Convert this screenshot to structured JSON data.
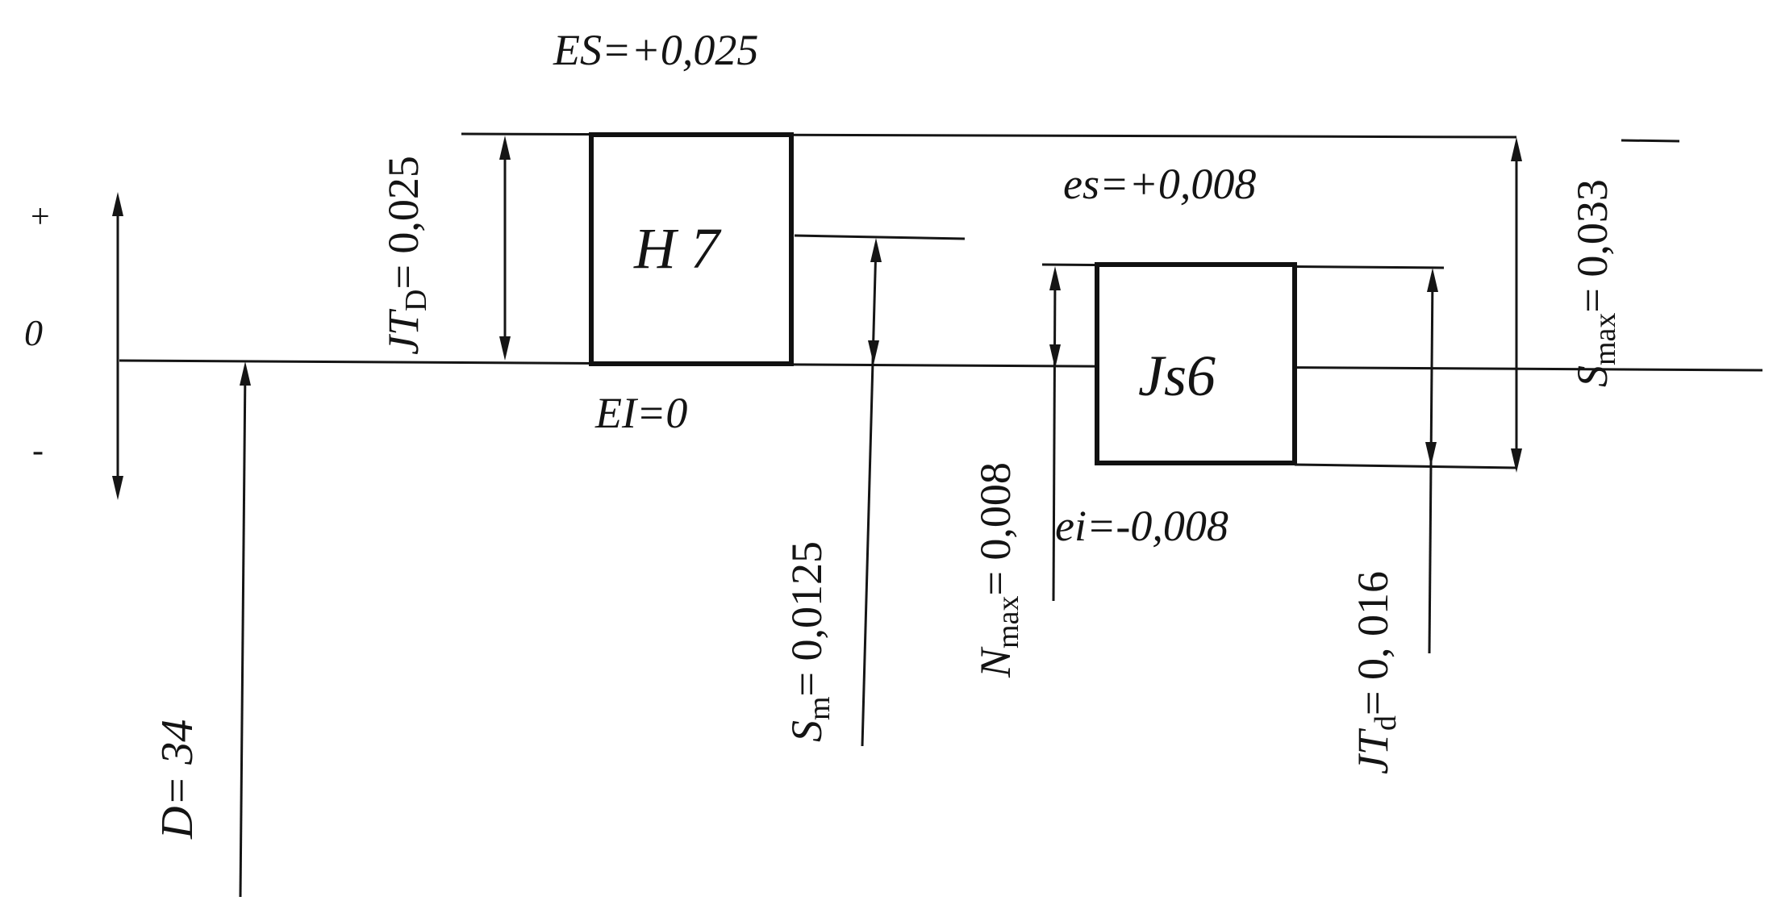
{
  "sign_plus": "+",
  "sign_zero": "0",
  "sign_minus": "-",
  "hole": {
    "label": "H 7",
    "es_label": "ES=+0,025",
    "ei_label": "EI=0",
    "tolerance": {
      "sym": "JT",
      "sub": "D",
      "val": "= 0,025"
    }
  },
  "shaft": {
    "label": "Js6",
    "es_label": "es=+0,008",
    "ei_label": "ei=-0,008",
    "tolerance": {
      "sym": "JT",
      "sub": "d",
      "val": "= 0, 016"
    }
  },
  "nominal": {
    "label": "D= 34"
  },
  "s_mean": {
    "sym": "S",
    "sub": "m",
    "val": "= 0,0125"
  },
  "n_max": {
    "sym": "N",
    "sub": "max",
    "val": "= 0,008"
  },
  "s_max": {
    "sym": "S",
    "sub": "max",
    "val": "= 0,033"
  }
}
